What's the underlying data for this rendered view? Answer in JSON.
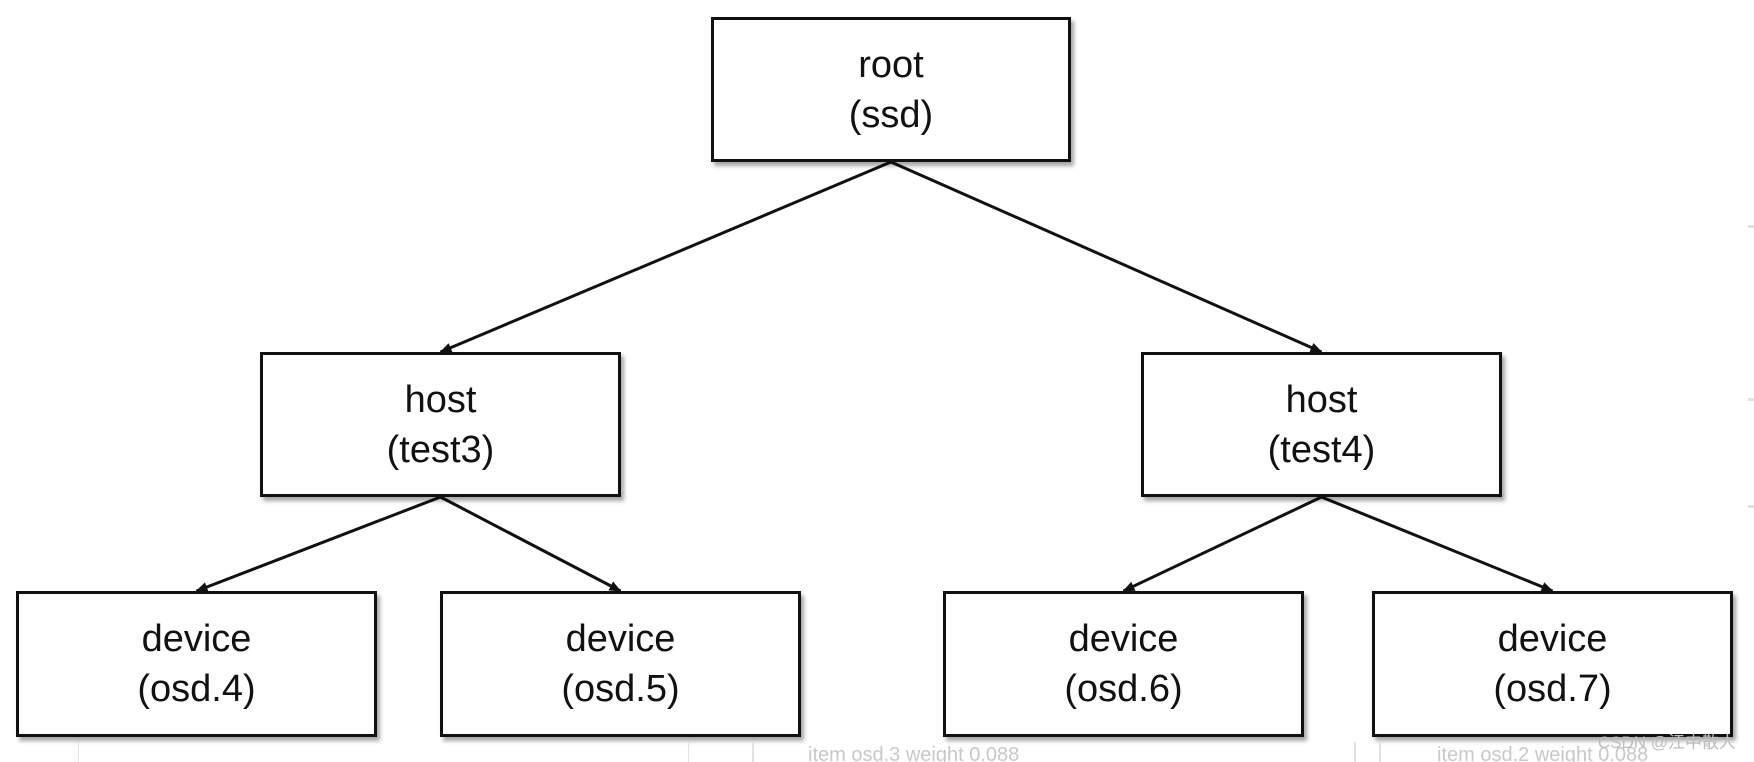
{
  "nodes": {
    "root": {
      "line1": "root",
      "line2": "(ssd)"
    },
    "test3": {
      "line1": "host",
      "line2": "(test3)"
    },
    "test4": {
      "line1": "host",
      "line2": "(test4)"
    },
    "osd4": {
      "line1": "device",
      "line2": "(osd.4)"
    },
    "osd5": {
      "line1": "device",
      "line2": "(osd.5)"
    },
    "osd6": {
      "line1": "device",
      "line2": "(osd.6)"
    },
    "osd7": {
      "line1": "device",
      "line2": "(osd.7)"
    }
  },
  "edges": [
    {
      "from": "root",
      "to": "test3"
    },
    {
      "from": "root",
      "to": "test4"
    },
    {
      "from": "test3",
      "to": "osd4"
    },
    {
      "from": "test3",
      "to": "osd5"
    },
    {
      "from": "test4",
      "to": "osd6"
    },
    {
      "from": "test4",
      "to": "osd7"
    }
  ],
  "background": {
    "text1": "item osd.3 weight 0.088",
    "text2": "item osd.2 weight 0.088"
  },
  "watermark": "CSDN @江中散人",
  "colors": {
    "stroke": "#111111",
    "node_fill": "#ffffff",
    "background": "#ffffff"
  }
}
